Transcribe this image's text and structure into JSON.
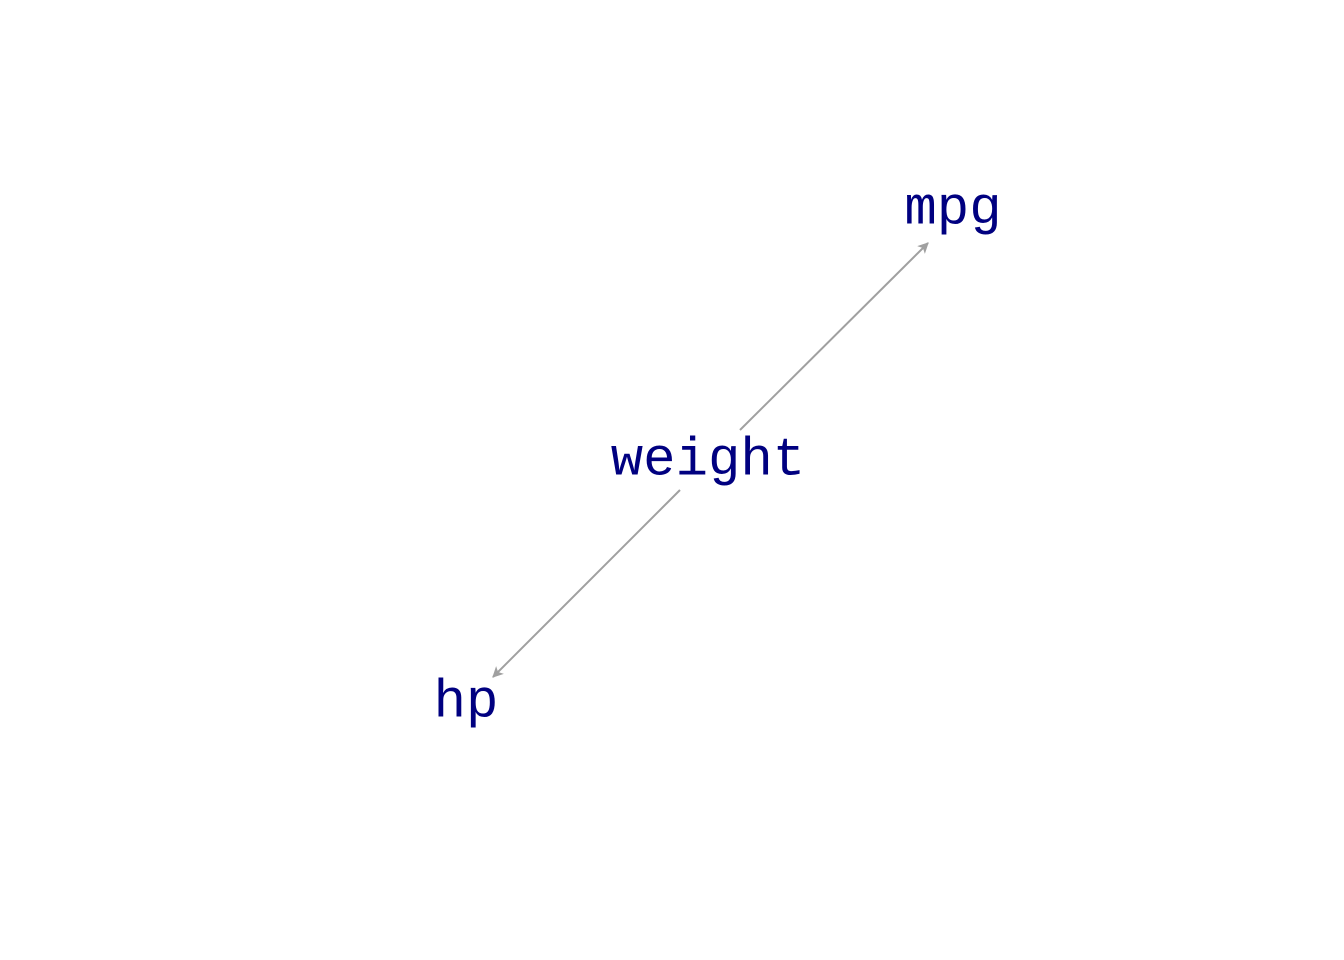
{
  "diagram": {
    "type": "directed-graph",
    "colors": {
      "node_text": "#000080",
      "edge": "#a0a0a0",
      "background": "#ffffff"
    },
    "nodes": [
      {
        "id": "weight",
        "label": "weight"
      },
      {
        "id": "mpg",
        "label": "mpg"
      },
      {
        "id": "hp",
        "label": "hp"
      }
    ],
    "edges": [
      {
        "from": "weight",
        "to": "mpg"
      },
      {
        "from": "weight",
        "to": "hp"
      }
    ]
  }
}
